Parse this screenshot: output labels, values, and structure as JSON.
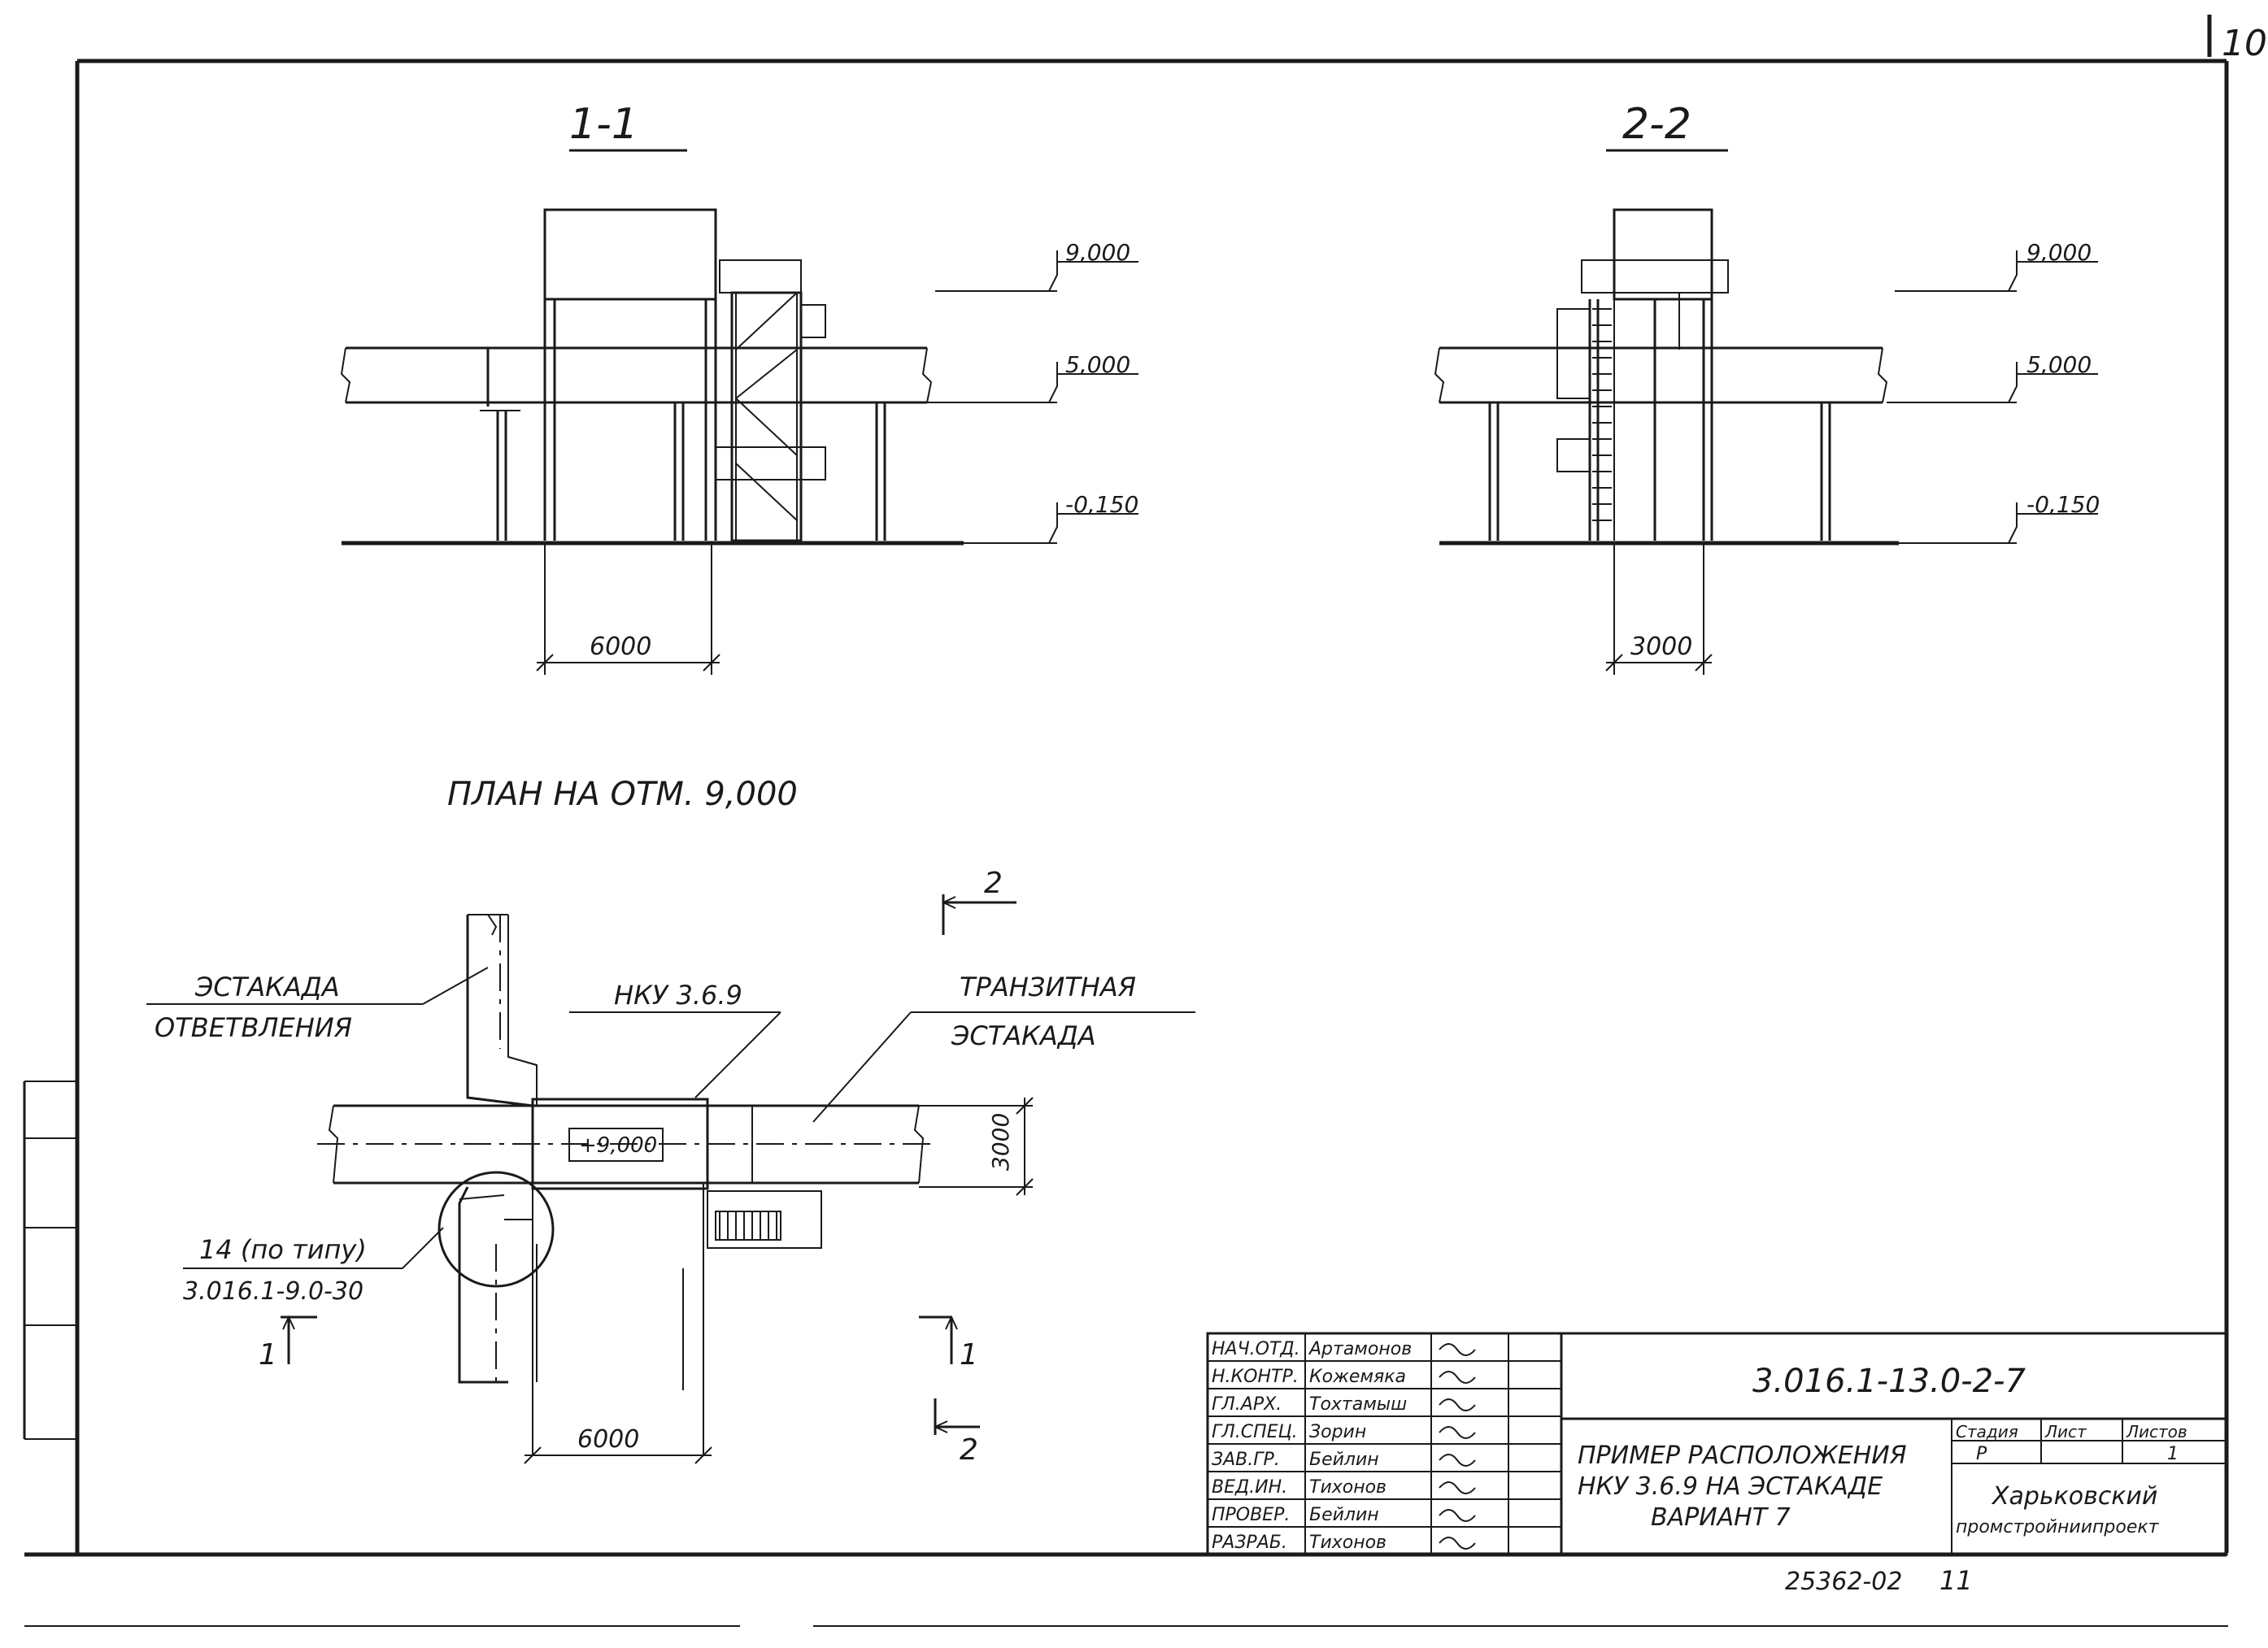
{
  "page_number": "10",
  "section_1": {
    "title": "1-1",
    "elev_top": "9,000",
    "elev_mid": "5,000",
    "elev_ground": "-0,150",
    "span": "6000"
  },
  "section_2": {
    "title": "2-2",
    "elev_top": "9,000",
    "elev_mid": "5,000",
    "elev_ground": "-0,150",
    "span": "3000"
  },
  "plan": {
    "title": "ПЛАН НА ОТМ. 9,000",
    "branch_label_1": "ЭСТАКАДА",
    "branch_label_2": "ОТВЕТВЛЕНИЯ",
    "nku_label": "НКУ 3.6.9",
    "transit_label_1": "ТРАНЗИТНАЯ",
    "transit_label_2": "ЭСТАКАДА",
    "box_elevation": "+9,000",
    "width_dim": "3000",
    "span_dim": "6000",
    "node_ref_1": "14 (по типу)",
    "node_ref_2": "3.016.1-9.0-30",
    "cut_1_left": "1",
    "cut_1_right": "1",
    "cut_2_top": "2",
    "cut_2_bottom": "2"
  },
  "title_block": {
    "doc_code": "3.016.1-13.0-2-7",
    "title_lines": [
      "ПРИМЕР РАСПОЛОЖЕНИЯ",
      "НКУ 3.6.9 НА ЭСТАКАДЕ",
      "ВАРИАНТ 7"
    ],
    "stage_header": "Стадия",
    "sheet_header": "Лист",
    "sheets_header": "Листов",
    "stage_value": "Р",
    "sheet_value": "",
    "sheets_value": "1",
    "org_line_1": "Харьковский",
    "org_line_2": "промстройниипроект",
    "signatures": [
      {
        "role": "НАЧ.ОТД.",
        "name": "Артамонов"
      },
      {
        "role": "Н.КОНТР.",
        "name": "Кожемяка"
      },
      {
        "role": "ГЛ.АРХ.",
        "name": "Тохтамыш"
      },
      {
        "role": "ГЛ.СПЕЦ.",
        "name": "Зорин"
      },
      {
        "role": "ЗАВ.ГР.",
        "name": "Бейлин"
      },
      {
        "role": "ВЕД.ИН.",
        "name": "Тихонов"
      },
      {
        "role": "ПРОВЕР.",
        "name": "Бейлин"
      },
      {
        "role": "РАЗРАБ.",
        "name": "Тихонов"
      }
    ],
    "archive_number": "25362-02",
    "archive_sheet": "11"
  }
}
